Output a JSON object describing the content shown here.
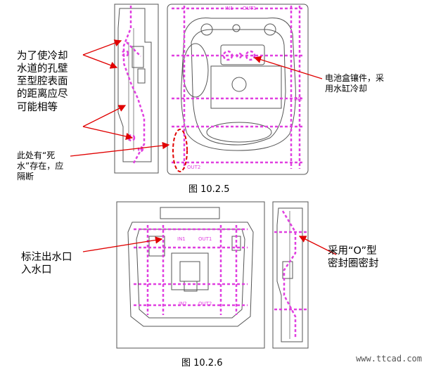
{
  "annotations": {
    "equal_distance": "为了使冷却\n水道的孔壁\n至型腔表面\n的距离应尽\n可能相等",
    "dead_water": "此处有“死\n水”存在，应\n隔断",
    "battery_insert": "电池盒镶件，采\n用水缸冷却",
    "mark_ports": "标注出水口\n入水口",
    "o_ring": "采用“O”型\n密封圈密封"
  },
  "captions": {
    "fig1": "图 10.2.5",
    "fig2": "图 10.2.6"
  },
  "port_labels": {
    "in1_top": "IN1",
    "out1_top": "OUT1",
    "in2_top": "IN2",
    "out2_top": "OUT2",
    "in1_bottom": "IN1",
    "out1_bottom": "OUT1",
    "in2_bottom": "IN2",
    "out2_bottom": "OUT2"
  },
  "watermark": "www.ttcad.com",
  "colors": {
    "cooling": "#e040e0",
    "arrow": "#e00000",
    "dead_water_ring": "#e00000",
    "outline": "#555555"
  }
}
